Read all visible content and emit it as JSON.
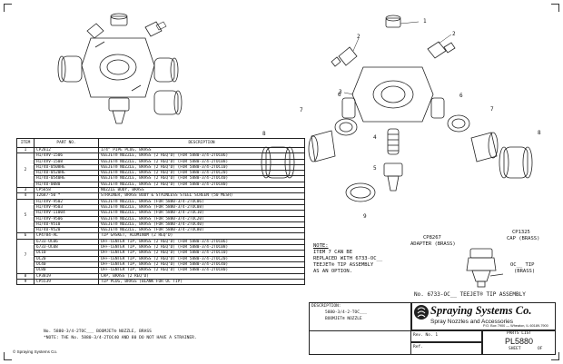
{
  "table": {
    "headers": [
      "ITEM",
      "PART NO.",
      "DESCRIPTION"
    ],
    "groups": [
      {
        "item": "1",
        "rows": [
          [
            "CP2812",
            "1/4\" PIPE PLUG, BRASS"
          ]
        ]
      },
      {
        "item": "2",
        "rows": [
          [
            "H1/4VV-1506",
            "VEEJET® NOZZLE, BRASS (2 REQ'D) (FOR 5880-3/4-2TOC06)"
          ],
          [
            "H1/4VV-1508",
            "VEEJET® NOZZLE, BRASS (2 REQ'D) (FOR 5880-3/4-2TOC08)"
          ],
          [
            "H1/4U-0508HE",
            "VEEJET® NOZZLE, BRASS (2 REQ'D) (FOR 5880-3/4-2TOC10)"
          ],
          [
            "H1/4U-0520HE",
            "VEEJET® NOZZLE, BRASS (2 REQ'D) (FOR 5880-3/4-2TOC20)"
          ],
          [
            "H1/4U-0540HE",
            "VEEJET® NOZZLE, BRASS (2 REQ'D) (FOR 5880-3/4-2TOC40)"
          ],
          [
            "H1/4U-0080",
            "VEEJET® NOZZLE, BRASS (2 REQ'D) (FOR 5880-3/4-2TOC80)"
          ]
        ]
      },
      {
        "item": "3",
        "rows": [
          [
            "CP5858",
            "NOZZLE BODY, BRASS"
          ]
        ]
      },
      {
        "item": "4",
        "rows": [
          [
            "12687-50 *",
            "STRAINER, BRASS BODY & STAINLESS STEEL SCREEN (50 MESH)"
          ]
        ]
      },
      {
        "item": "5",
        "rows": [
          [
            "H1/4VV-9502",
            "VEEJET® NOZZLE, BRASS (FOR 5880-3/4-2TOC06)"
          ],
          [
            "H1/4VV-9503",
            "VEEJET® NOZZLE, BRASS (FOR 5880-3/4-2TOC08)"
          ],
          [
            "H1/4VV-11004",
            "VEEJET® NOZZLE, BRASS (FOR 5880-3/4-2TOC10)"
          ],
          [
            "H1/4VV-9506",
            "VEEJET® NOZZLE, BRASS (FOR 5880-3/4-2TOC20)"
          ],
          [
            "H1/4U-9510",
            "VEEJET® NOZZLE, BRASS (FOR 5880-3/4-2TOC40)"
          ],
          [
            "H1/4U-9520",
            "VEEJET® NOZZLE, BRASS (FOR 5880-3/4-2TOC80)"
          ]
        ]
      },
      {
        "item": "6",
        "rows": [
          [
            "CP4784-AL",
            "TIP GASKET, ALUMINUM (2 REQ'D)"
          ]
        ]
      },
      {
        "item": "7",
        "rows": [
          [
            "6733-OC06",
            "OFF-CENTER TIP, BRASS (2 REQ'D) (FOR 5880-3/4-2TOC06)"
          ],
          [
            "6733-OC08",
            "OFF-CENTER TIP, BRASS (2 REQ'D) (FOR 5880-3/4-2TOC08)"
          ],
          [
            "OC10",
            "OFF-CENTER TIP, BRASS (2 REQ'D) (FOR 5880-3/4-2TOC10)"
          ],
          [
            "OC20",
            "OFF-CENTER TIP, BRASS (2 REQ'D) (FOR 5880-3/4-2TOC20)"
          ],
          [
            "OC40",
            "OFF-CENTER TIP, BRASS (2 REQ'D) (FOR 5880-3/4-2TOC40)"
          ],
          [
            "OC80",
            "OFF-CENTER TIP, BRASS (2 REQ'D) (FOR 5880-3/4-2TOC80)"
          ]
        ]
      },
      {
        "item": "8",
        "rows": [
          [
            "CP3819",
            "CAP, BRASS (2 REQ'D)"
          ]
        ]
      },
      {
        "item": "9",
        "rows": [
          [
            "CP5539",
            "TIP PLUG, BRASS (BLANK FOR OC TIP)"
          ]
        ]
      }
    ],
    "footer_line1": "No. 5880-3/4-2TOC___ BOOMJET® NOZZLE, BRASS",
    "footer_line2": "*NOTE: THE No. 5880-3/4-2TOC40 AND 80 DO NOT HAVE A STRAINER."
  },
  "callouts": {
    "c1": "1",
    "c2a": "2",
    "c2b": "2",
    "c3": "3",
    "c4": "4",
    "c5": "5",
    "c6a": "6",
    "c6b": "6",
    "c7a": "7",
    "c7b": "7",
    "c8a": "8",
    "c8b": "8",
    "c9": "9"
  },
  "note": {
    "title": "NOTE:",
    "line1": "ITEM 7 CAN BE",
    "line2": "REPLACED WITH 6733-OC__",
    "line3": "TEEJET® TIP ASSEMBLY",
    "line4": "AS AN OPTION."
  },
  "teejet": {
    "adapter_pn": "CP8267",
    "adapter_label": "ADAPTER (BRASS)",
    "cap_pn": "CP1325",
    "cap_label": "CAP (BRASS)",
    "tip_pn": "OC__ TIP",
    "tip_label": "(BRASS)",
    "caption": "No. 6733-OC__ TEEJET® TIP ASSEMBLY"
  },
  "title_block": {
    "description_label": "DESCRIPTION:",
    "description_line1": "5880-3/4-2-TOC___",
    "description_line2": "BOOMJET® NOZZLE",
    "company": "Spraying Systems Co.",
    "tagline": "Spray Nozzles and Accessories",
    "address": "P.O. Box 7900 — Wheaton, IL 60189-7900",
    "rev_label": "Rev. No. 1",
    "ref_label": "Ref.",
    "parts_list_label": "PARTS LIST",
    "parts_list_no": "PL5880",
    "sheet_label": "SHEET",
    "of_label": "OF"
  },
  "copyright": "© Spraying Systems Co."
}
